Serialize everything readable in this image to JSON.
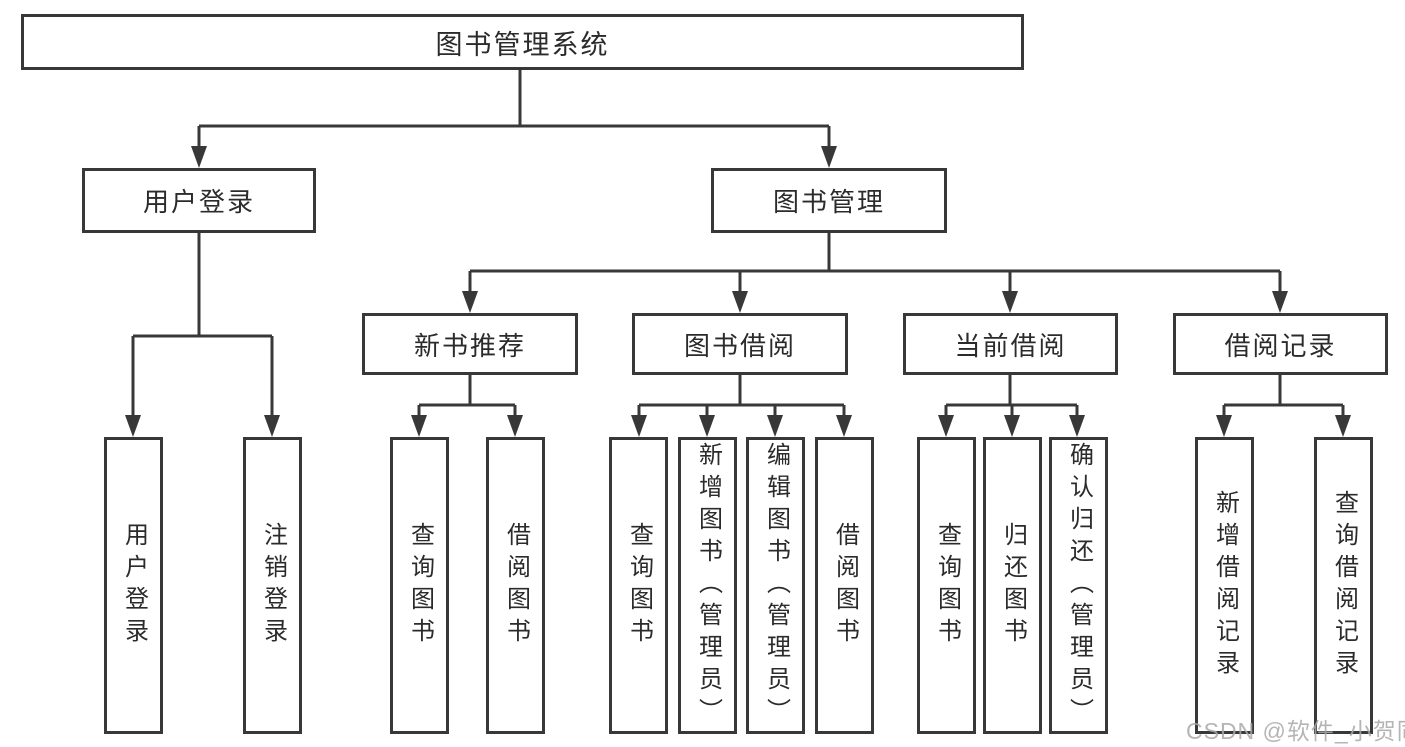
{
  "diagram_title": "图书管理系统",
  "nodes": {
    "root": "图书管理系统",
    "user_login": "用户登录",
    "book_mgmt": "图书管理",
    "new_book_rec": "新书推荐",
    "book_borrow": "图书借阅",
    "current_borrow": "当前借阅",
    "borrow_records": "借阅记录",
    "leaf_user_login": "用户登录",
    "leaf_logout": "注销登录",
    "leaf_nbr_query": "查询图书",
    "leaf_nbr_borrow": "借阅图书",
    "leaf_bb_query": "查询图书",
    "leaf_bb_add": "新增图书（管理员）",
    "leaf_bb_edit": "编辑图书（管理员）",
    "leaf_bb_borrow": "借阅图书",
    "leaf_cb_query": "查询图书",
    "leaf_cb_return": "归还图书",
    "leaf_cb_confirm": "确认归还（管理员）",
    "leaf_br_add": "新增借阅记录",
    "leaf_br_query": "查询借阅记录"
  },
  "hierarchy": {
    "root": "图书管理系统",
    "children": [
      {
        "label": "用户登录",
        "children": [
          "用户登录",
          "注销登录"
        ]
      },
      {
        "label": "图书管理",
        "children": [
          {
            "label": "新书推荐",
            "children": [
              "查询图书",
              "借阅图书"
            ]
          },
          {
            "label": "图书借阅",
            "children": [
              "查询图书",
              "新增图书（管理员）",
              "编辑图书（管理员）",
              "借阅图书"
            ]
          },
          {
            "label": "当前借阅",
            "children": [
              "查询图书",
              "归还图书",
              "确认归还（管理员）"
            ]
          },
          {
            "label": "借阅记录",
            "children": [
              "新增借阅记录",
              "查询借阅记录"
            ]
          }
        ]
      }
    ]
  },
  "watermark": {
    "text": "CSDN @软件_小贺同学"
  },
  "colors": {
    "line": "#383838",
    "box_border": "#383838",
    "text": "#2b2b2b",
    "watermark": "#a9a9a9",
    "background": "#ffffff"
  }
}
